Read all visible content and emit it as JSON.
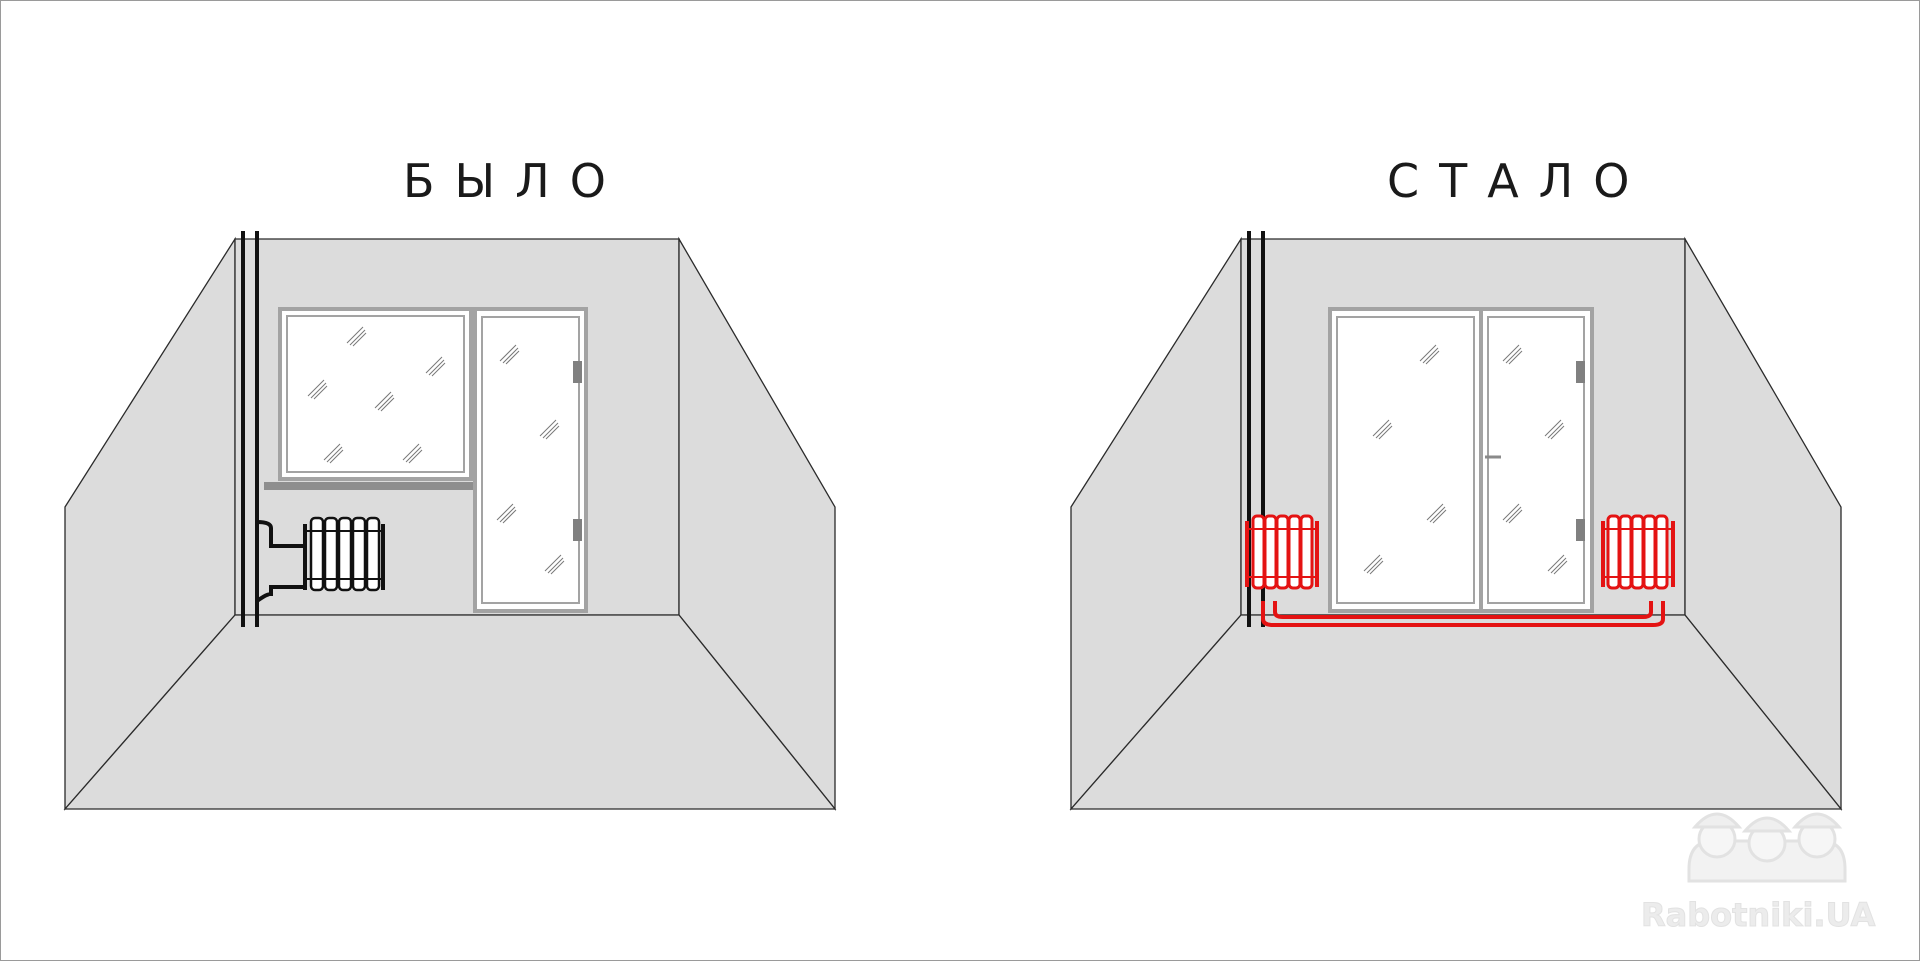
{
  "panels": {
    "before": {
      "title": "БЫЛО"
    },
    "after": {
      "title": "СТАЛО"
    }
  },
  "watermark": {
    "text": "Rabotniki.UA"
  },
  "colors": {
    "wall": "#dcdcdc",
    "outline": "#2b2b2b",
    "frame": "#a3a3a3",
    "glass": "#ffffff",
    "pipe": "#111111",
    "new_heating": "#e41313",
    "watermark": "#eaeaea"
  },
  "icons": {
    "watermark_logo": "three-workers-helmet-icon"
  }
}
